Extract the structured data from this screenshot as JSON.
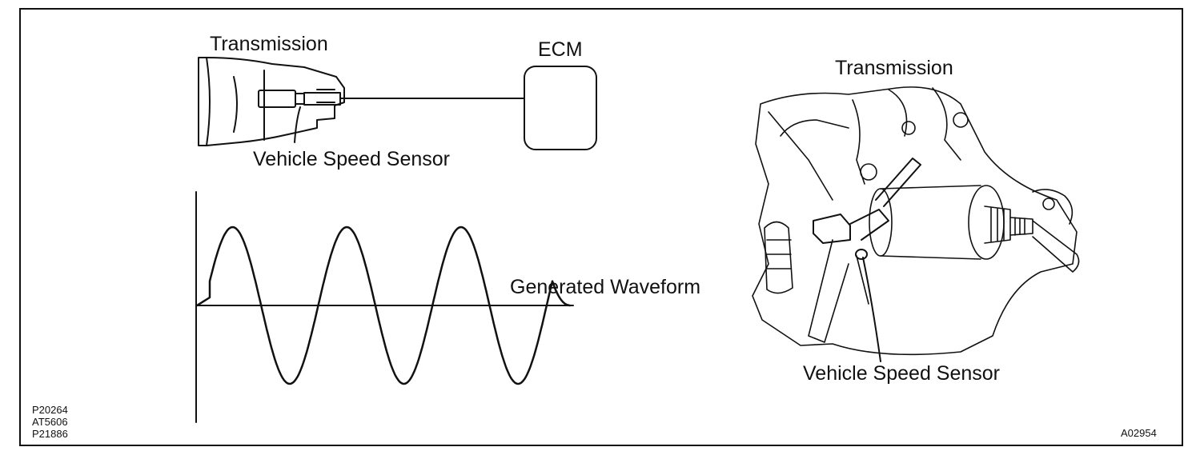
{
  "labels": {
    "transmission_left": "Transmission",
    "ecm": "ECM",
    "vss_left": "Vehicle Speed Sensor",
    "waveform": "Generated Waveform",
    "transmission_right": "Transmission",
    "vss_right": "Vehicle Speed Sensor"
  },
  "codes": {
    "left": [
      "P20264",
      "AT5606",
      "P21886"
    ],
    "right": "A02954"
  },
  "waveform": {
    "cycles": 3,
    "shape": "sine"
  }
}
